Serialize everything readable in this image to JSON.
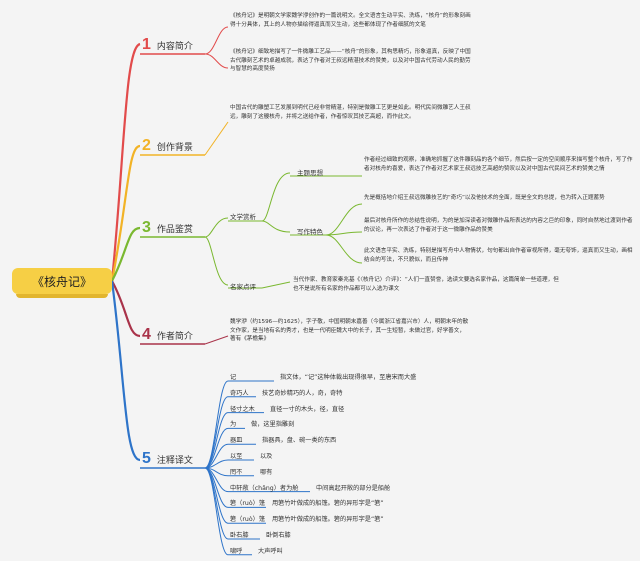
{
  "root": {
    "label": "《核舟记》"
  },
  "branches": [
    {
      "num": "1",
      "label": "内容简介",
      "color": "#e24b4b"
    },
    {
      "num": "2",
      "label": "创作背景",
      "color": "#f2b326"
    },
    {
      "num": "3",
      "label": "作品鉴赏",
      "color": "#7ab830"
    },
    {
      "num": "4",
      "label": "作者简介",
      "color": "#a9334a"
    },
    {
      "num": "5",
      "label": "注释译文",
      "color": "#2e74c9"
    }
  ],
  "intro": {
    "p1": "《核舟记》是明朝文学家魏学洢创作的一篇说明文。全文语言生动平实、洗练，“核舟”的形象刻画得十分具体，其上的人物亦描绘得逼真而又生动，这些都体现了作者细腻的文笔",
    "p2": "《核舟记》细致地描写了一件微雕工艺品——“核舟”的形象，其构思精巧，形象逼真，反映了中国古代雕刻艺术的卓越成就，表达了作者对王叔远精湛技术的赞美，以及对中国古代劳动人民的勤劳与智慧的高度赞扬"
  },
  "background": {
    "text": "中国古代的雕塑工艺发展到明代已经非常精湛，特别是微雕工艺更是如此。明代民间微雕艺人王叔远，雕刻了这艘核舟，并将之送给作者，作者惊叹其技艺高超，而作此文。"
  },
  "appreciation": {
    "literary": "文学赏析",
    "theme_label": "主题思想",
    "theme_text": "作者经过细致的观察，准确地抓握了这件雕刻品的各个细节，然后按一定的空间顺序来描写整个核舟，写了作者对核舟的喜爱，表达了作者对艺术家王叔远技艺高超的赞叹以及对中国古代民间艺术的赞美之情",
    "features_label": "写作特色",
    "feature1": "先是概括地介绍王叔远微雕技艺的“奇巧”以及他技术的全面，既是全文的总提，也为转入正题蓄势",
    "feature2": "最后对核舟所作的总结性说明，为的是加深读者对微雕作品所表达的内容之巨的印象，同时自然地过渡到作者的议论，再一次表达了作者对于这一微雕作品的赞美",
    "feature3": "此文语言平实、洗练，特别是描写舟中人物情状，句句都出自作者审视所得，毫无夸饰，逼真而又生动，画相结合的写法，不只貌似，而且传神",
    "comments_label": "名家点评",
    "comments_text": "当代作家、教育家秦兆基《〈核舟记〉介评》：“人们一直赞誉，选读文要选名家作品，这篇简单一些道理，但也不是说所有名家的作品都可以入选为课文"
  },
  "author": {
    "text": "魏学洢（约1596—约1625），字子敬，中国明朝末嘉善（今属浙江省嘉兴市）人，明朝末年的散文作家，是当地有名的秀才，也是一代明臣魏大中的长子，其一生短暂，未做过官，好学善文，著有《茅檐集》"
  },
  "notes": [
    {
      "term": "记",
      "def": "指文体，“记”这种体裁出现得很早，至唐宋而大盛"
    },
    {
      "term": "奇巧人",
      "def": "技艺奇妙精巧的人，奇，奇特"
    },
    {
      "term": "径寸之木",
      "def": "直径一寸的木头，径，直径"
    },
    {
      "term": "为",
      "def": "做，这里指雕刻"
    },
    {
      "term": "器皿",
      "def": "指器具，盘、碗一类的东西"
    },
    {
      "term": "以至",
      "def": "以及"
    },
    {
      "term": "罔不",
      "def": "哪有"
    },
    {
      "term": "中轩敞（chǎng）者为舱",
      "def": "中间高起开敞的部分是船舱"
    },
    {
      "term": "箬（ruò）篷",
      "def": "用箬竹叶做成的船篷。箬的异形字是“箬”"
    },
    {
      "term": "箬（ruò）篷",
      "def": "用箬竹叶做成的船篷。箬的异形字是“箬”"
    },
    {
      "term": "卧右膝",
      "def": "卧倒右膝"
    },
    {
      "term": "啸呼",
      "def": "大声呼叫"
    }
  ]
}
